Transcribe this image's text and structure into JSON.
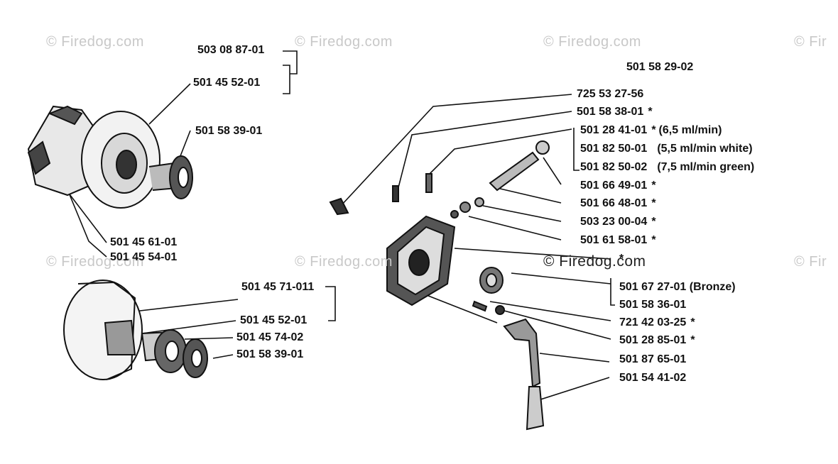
{
  "watermarks": [
    "© Firedog.com",
    "© Firedog.com",
    "© Firedog.com",
    "© Fir",
    "© Firedog.com",
    "© Firedog.com",
    "© Firedog.com",
    "© Fir"
  ],
  "left_labels": {
    "a": "503 08 87-01",
    "b": "501 45 52-01",
    "c": "501 58 39-01",
    "d": "501 45 61-01",
    "e": "501 45 54-01",
    "f": "501 45 71-011",
    "g": "501 45 52-01",
    "h": "501 45 74-02",
    "i": "501 58 39-01"
  },
  "right_labels": {
    "top": "501 58 29-02",
    "r1": "725 53 27-56",
    "r2": "501 58 38-01",
    "r3": "501 28 41-01",
    "r3_note": "(6,5 ml/min)",
    "r4": "501 82 50-01",
    "r4_note": "(5,5 ml/min white)",
    "r5": "501 82 50-02",
    "r5_note": "(7,5 ml/min green)",
    "r6": "501 66 49-01",
    "r7": "501 66 48-01",
    "r8": "503 23 00-04",
    "r9": "501 61 58-01",
    "r10": "501 67 27-01 (Bronze)",
    "r11": "501 58 36-01",
    "r12": "721 42 03-25",
    "r13": "501 28 85-01",
    "r14": "501 87 65-01",
    "r15": "501 54 41-02"
  },
  "star": "*"
}
